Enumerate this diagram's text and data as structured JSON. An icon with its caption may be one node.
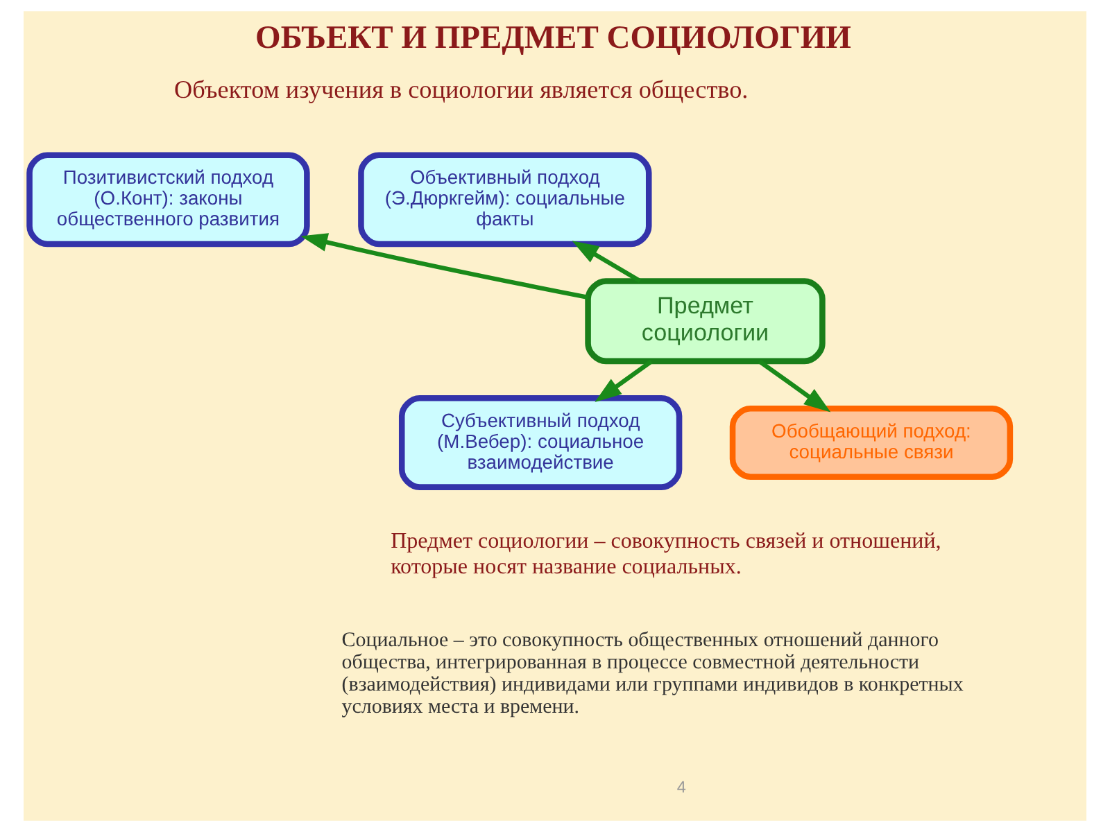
{
  "diagram": {
    "title": "ОБЪЕКТ И ПРЕДМЕТ СОЦИОЛОГИИ",
    "nodes": [
      {
        "text": [
          "Позитивистский подход (О.Конт): законы общественного развития"
        ]
      },
      {
        "text": [
          "Объективный подход (Э.Дюркгейм): социальные факты"
        ]
      },
      {
        "text": [
          "Предмет социологии"
        ]
      },
      {
        "text": [
          "Субъективный подход (М.Вебер): социальное взаимодействие"
        ]
      },
      {
        "text": [
          "Обобщающий подход: социальные связи"
        ]
      }
    ],
    "edges": [
      {
        "from": 2,
        "to": 0,
        "arrow": "to"
      },
      {
        "from": 2,
        "to": 1,
        "arrow": "to"
      },
      {
        "from": 2,
        "to": 3,
        "arrow": "to"
      },
      {
        "from": 2,
        "to": 4,
        "arrow": "to"
      }
    ],
    "labels": [
      "Объектом изучения в социологии является общество.",
      "Предмет социологии – совокупность связей и отношений, которые носят название социальных.",
      "Социальное – это совокупность общественных отношений данного общества, интегрированная в процессе совместной деятельности (взаимодействия) индивидами или группами индивидов в конкретных условиях места и времени.",
      "4"
    ]
  }
}
